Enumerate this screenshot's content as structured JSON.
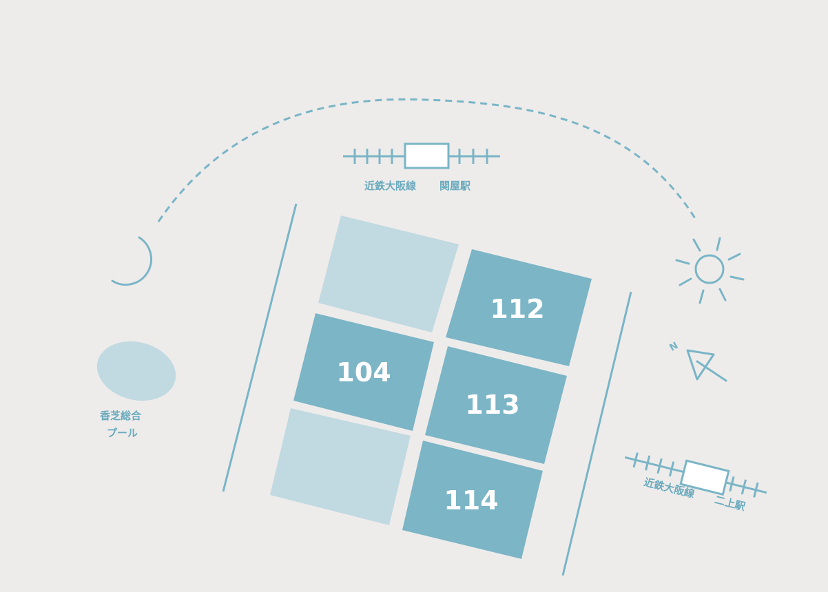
{
  "colors": {
    "background": "#eeeceb",
    "accent": "#79b5c6",
    "available": "#7bb5c6",
    "unavailable": "#c1d9e1",
    "label_text": "#6aaabd"
  },
  "stations": {
    "top": {
      "line": "近鉄大阪線",
      "name": "関屋駅"
    },
    "bottom": {
      "line": "近鉄大阪線",
      "name": "二上駅"
    }
  },
  "pool": {
    "line1": "香芝総合",
    "line2": "プール"
  },
  "compass": {
    "north_label": "N"
  },
  "lots": [
    {
      "number": "",
      "status": "unavailable"
    },
    {
      "number": "112",
      "status": "available"
    },
    {
      "number": "104",
      "status": "available"
    },
    {
      "number": "113",
      "status": "available"
    },
    {
      "number": "",
      "status": "unavailable"
    },
    {
      "number": "114",
      "status": "available"
    }
  ],
  "icons": {
    "moon": "moon-icon",
    "sun": "sun-icon",
    "compass": "north-arrow-icon",
    "train": "train-icon"
  }
}
